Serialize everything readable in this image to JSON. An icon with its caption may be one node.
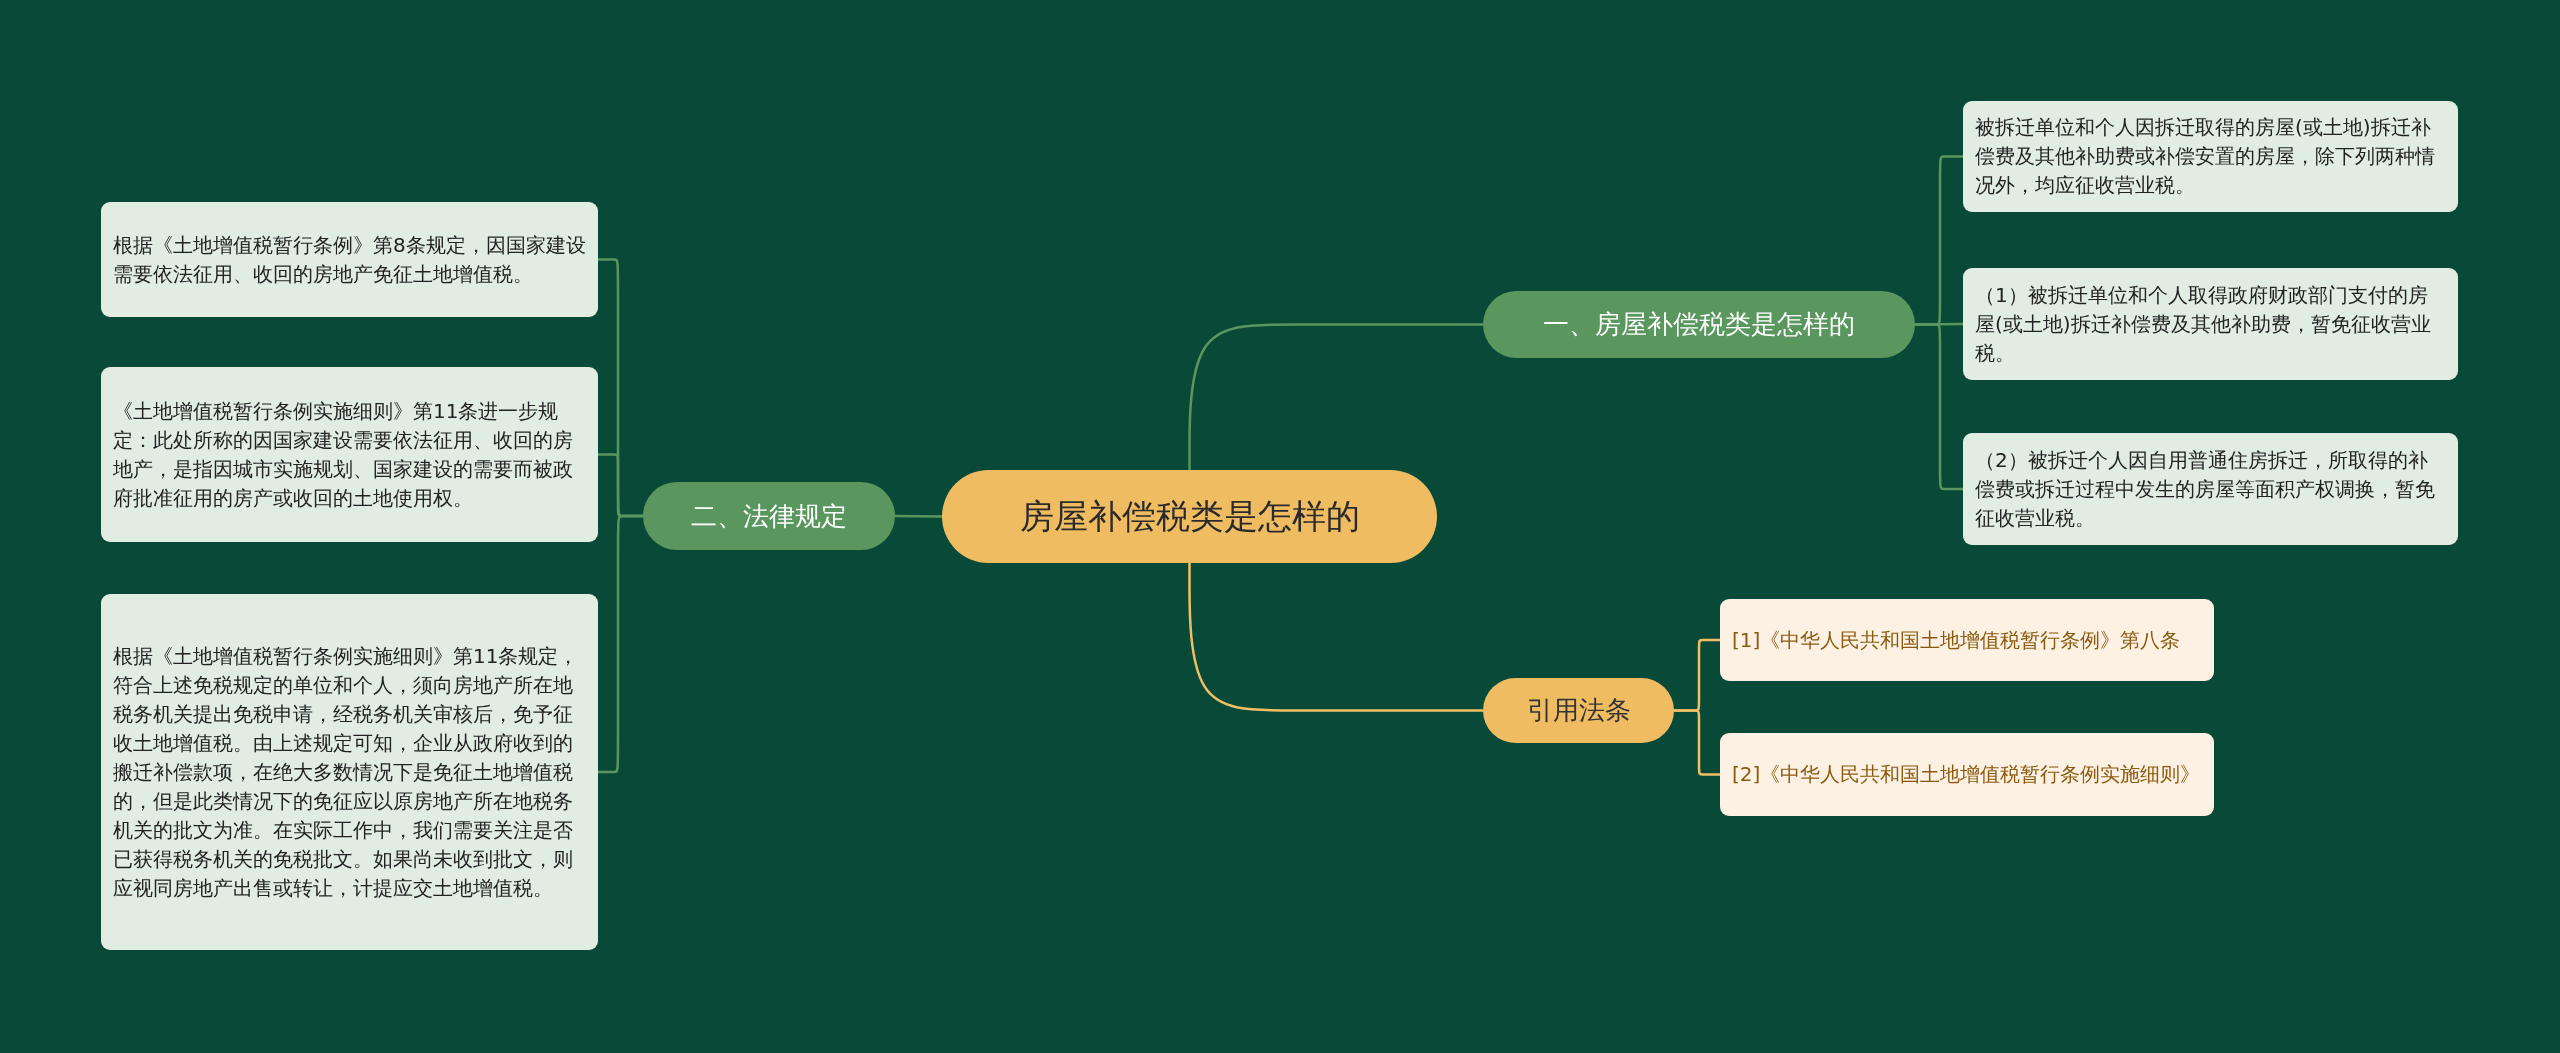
{
  "diagram": {
    "nodes": [
      {
        "text": [
          "房屋补偿税类是怎样的"
        ]
      },
      {
        "text": [
          "一、房屋补偿税类是怎样的"
        ]
      },
      {
        "text": [
          "被拆迁单位和个人因拆迁取得的房屋(或土地)拆迁补偿费及其他补助费或补偿安置的房屋，除下列两种情况外，均应征收营业税。"
        ]
      },
      {
        "text": [
          "（1）被拆迁单位和个人取得政府财政部门支付的房屋(或土地)拆迁补偿费及其他补助费，暂免征收营业税。"
        ]
      },
      {
        "text": [
          "（2）被拆迁个人因自用普通住房拆迁，所取得的补偿费或拆迁过程中发生的房屋等面积产权调换，暂免征收营业税。"
        ]
      },
      {
        "text": [
          "引用法条"
        ]
      },
      {
        "text": [
          "[1]《中华人民共和国土地增值税暂行条例》第八条"
        ]
      },
      {
        "text": [
          "[2]《中华人民共和国土地增值税暂行条例实施细则》"
        ]
      },
      {
        "text": [
          "二、法律规定"
        ]
      },
      {
        "text": [
          "根据《土地增值税暂行条例》第8条规定，因国家建设需要依法征用、收回的房地产免征土地增值税。"
        ]
      },
      {
        "text": [
          "《土地增值税暂行条例实施细则》第11条进一步规定：此处所称的因国家建设需要依法征用、收回的房地产，是指因城市实施规划、国家建设的需要而被政府批准征用的房产或收回的土地使用权。"
        ]
      },
      {
        "text": [
          "根据《土地增值税暂行条例实施细则》第11条规定，符合上述免税规定的单位和个人，须向房地产所在地税务机关提出免税申请，经税务机关审核后，免予征收土地增值税。由上述规定可知，企业从政府收到的搬迁补偿款项，在绝大多数情况下是免征土地增值税的，但是此类情况下的免征应以原房地产所在地税务机关的批文为准。在实际工作中，我们需要关注是否已获得税务机关的免税批文。如果尚未收到批文，则应视同房地产出售或转让，计提应交土地增值税。"
        ]
      }
    ],
    "edges": [
      {
        "from": 0,
        "to": 1,
        "arrow": "none"
      },
      {
        "from": 1,
        "to": 2,
        "arrow": "none"
      },
      {
        "from": 1,
        "to": 3,
        "arrow": "none"
      },
      {
        "from": 1,
        "to": 4,
        "arrow": "none"
      },
      {
        "from": 0,
        "to": 5,
        "arrow": "none",
        "color": "#f0c064"
      },
      {
        "from": 5,
        "to": 6,
        "arrow": "none",
        "color": "#f0c064"
      },
      {
        "from": 5,
        "to": 7,
        "arrow": "none",
        "color": "#f0c064"
      },
      {
        "from": 0,
        "to": 8,
        "arrow": "none"
      },
      {
        "from": 8,
        "to": 9,
        "arrow": "none"
      },
      {
        "from": 8,
        "to": 10,
        "arrow": "none"
      },
      {
        "from": 8,
        "to": 11,
        "arrow": "none"
      }
    ]
  }
}
